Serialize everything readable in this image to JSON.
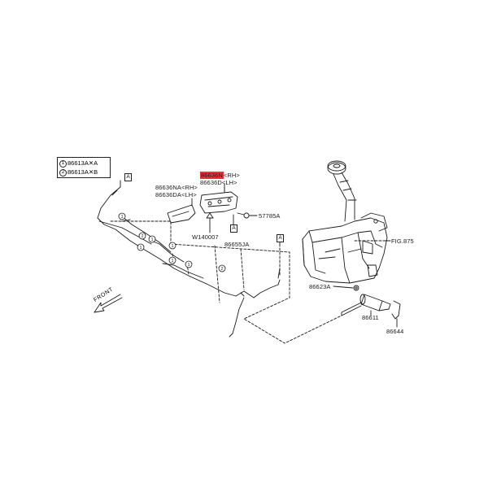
{
  "legend": {
    "item1": {
      "mark": "1",
      "text": "86613A✕A"
    },
    "item2": {
      "mark": "2",
      "text": "86613A✕B"
    }
  },
  "callouts": {
    "a_left": "A",
    "a_bracket": "A",
    "a_nozzle": "A",
    "circle_marks": [
      "1",
      "2",
      "1",
      "1",
      "1",
      "1",
      "2",
      "1"
    ]
  },
  "parts": {
    "p86636N": "86636N",
    "p86636N_side": "<RH>",
    "p86636D": "86636D",
    "p86636D_side": "<LH>",
    "p86636NA": "86636NA",
    "p86636NA_side": "<RH>",
    "p86636DA": "86636DA",
    "p86636DA_side": "<LH>",
    "p57785A": "57785A",
    "pW140007": "W140007",
    "p86655JA": "86655JA",
    "pFIG875": "FIG.875",
    "p86623A": "86623A",
    "p86611": "86611",
    "p86644": "86644"
  },
  "front_label": "FRONT",
  "colors": {
    "highlight": "#e8333a",
    "line": "#1a1a1a"
  }
}
